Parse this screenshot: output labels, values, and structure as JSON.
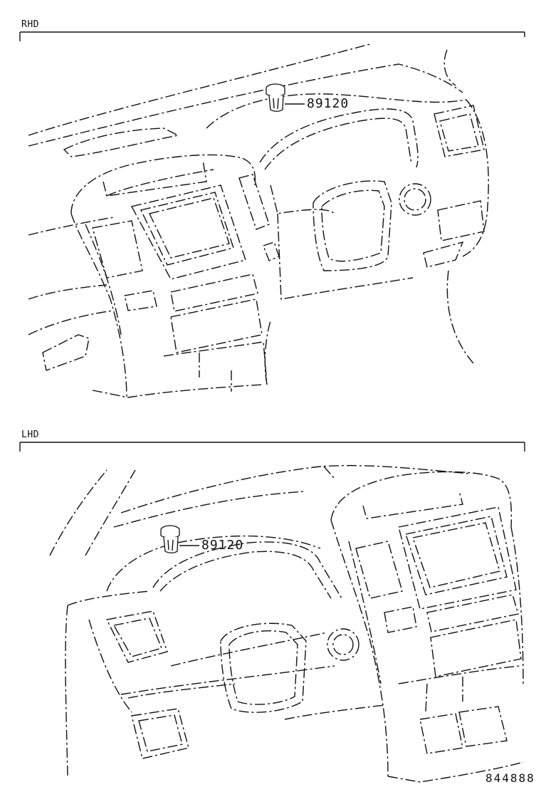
{
  "sections": [
    {
      "label": "RHD",
      "callout": "89120"
    },
    {
      "label": "LHD",
      "callout": "89120"
    }
  ],
  "reference_number": "844888"
}
